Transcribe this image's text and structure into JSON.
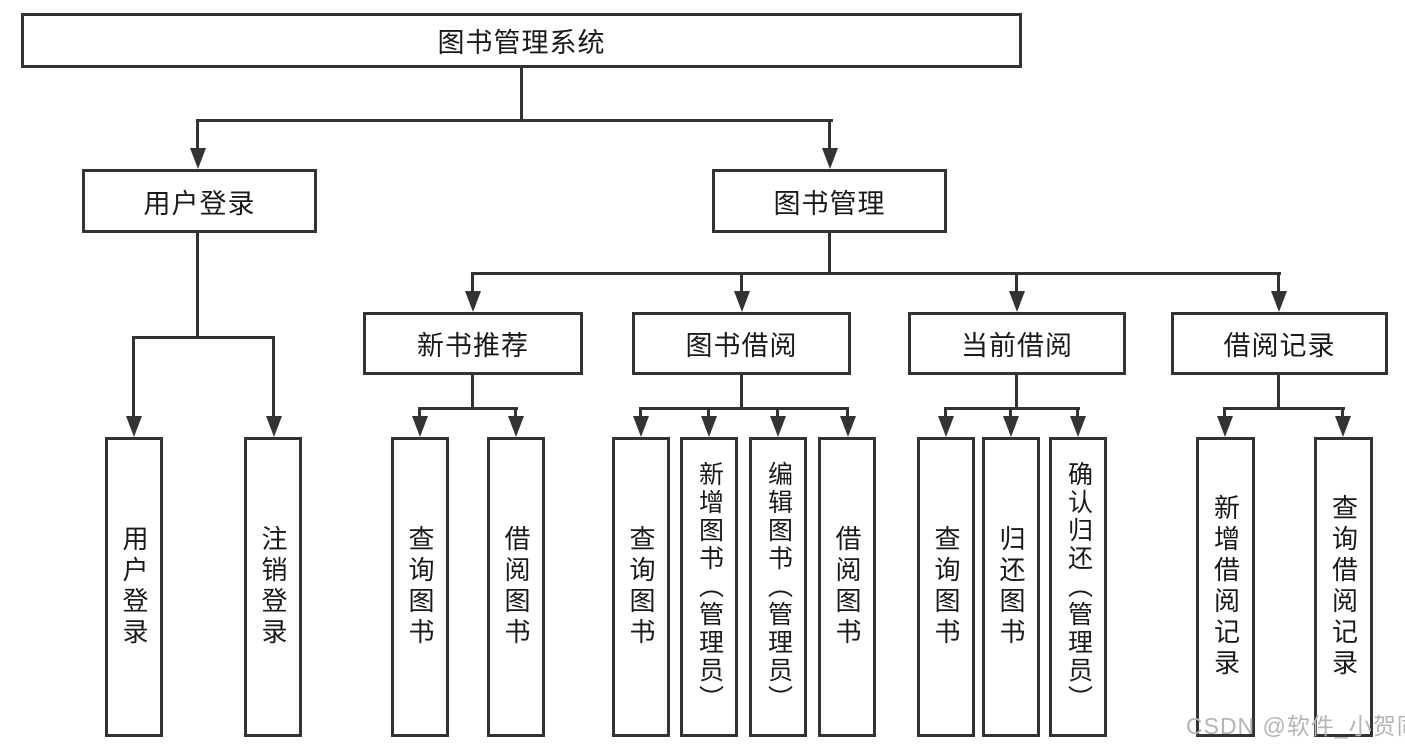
{
  "diagram": {
    "root": {
      "label": "图书管理系统"
    },
    "level2": [
      {
        "label": "用户登录"
      },
      {
        "label": "图书管理"
      }
    ],
    "level3": [
      {
        "label": "新书推荐"
      },
      {
        "label": "图书借阅"
      },
      {
        "label": "当前借阅"
      },
      {
        "label": "借阅记录"
      }
    ],
    "leaves": [
      {
        "label": "用户登录",
        "parent": "用户登录"
      },
      {
        "label": "注销登录",
        "parent": "用户登录"
      },
      {
        "label": "查询图书",
        "parent": "新书推荐"
      },
      {
        "label": "借阅图书",
        "parent": "新书推荐"
      },
      {
        "label": "查询图书",
        "parent": "图书借阅"
      },
      {
        "label": "新增图书（管理员）",
        "parent": "图书借阅"
      },
      {
        "label": "编辑图书（管理员）",
        "parent": "图书借阅"
      },
      {
        "label": "借阅图书",
        "parent": "图书借阅"
      },
      {
        "label": "查询图书",
        "parent": "当前借阅"
      },
      {
        "label": "归还图书",
        "parent": "当前借阅"
      },
      {
        "label": "确认归还（管理员）",
        "parent": "当前借阅"
      },
      {
        "label": "新增借阅记录",
        "parent": "借阅记录"
      },
      {
        "label": "查询借阅记录",
        "parent": "借阅记录"
      }
    ],
    "watermark": "CSDN @软件_小贺同学",
    "colors": {
      "line": "#333333",
      "text": "#1a1a1a",
      "watermark": "#b5b5b5",
      "background": "#ffffff"
    }
  }
}
